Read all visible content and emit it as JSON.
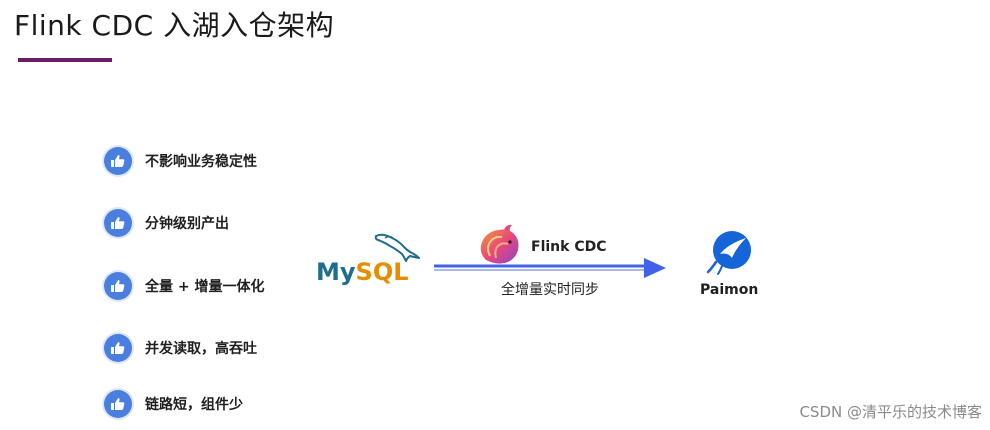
{
  "title": "Flink CDC 入湖入仓架构",
  "benefits": [
    {
      "label": "不影响业务稳定性",
      "icon": "thumbs-up-icon"
    },
    {
      "label": "分钟级别产出",
      "icon": "thumbs-up-icon"
    },
    {
      "label": "全量 + 增量一体化",
      "icon": "thumbs-up-icon"
    },
    {
      "label": "并发读取，高吞吐",
      "icon": "thumbs-up-icon"
    },
    {
      "label": "链路短，组件少",
      "icon": "thumbs-up-icon"
    }
  ],
  "pipeline": {
    "source": {
      "name_part1": "My",
      "name_part2": "SQL",
      "icon": "mysql-dolphin-icon"
    },
    "engine": {
      "name": "Flink CDC",
      "icon": "flink-squirrel-icon"
    },
    "edge_label": "全增量实时同步",
    "target": {
      "name": "Paimon",
      "icon": "paimon-logo-icon"
    }
  },
  "watermark": "CSDN @清平乐的技术博客",
  "colors": {
    "accent_underline": "#6b1d63",
    "thumb_blue": "#4a7fe0",
    "arrow_blue": "#3f63e8",
    "mysql_blue": "#1f6d8e",
    "mysql_orange": "#e48e00",
    "paimon_blue": "#1565d8"
  }
}
